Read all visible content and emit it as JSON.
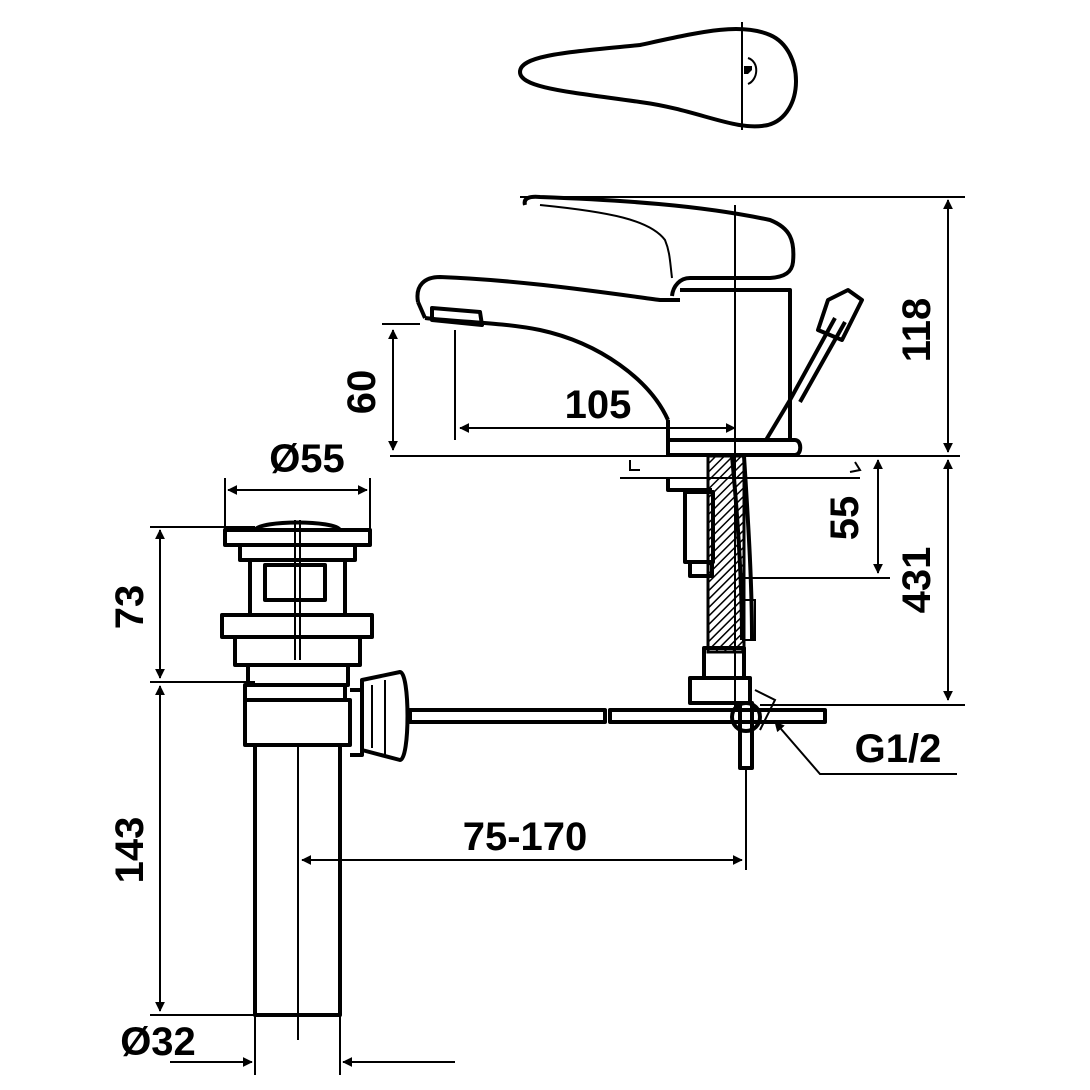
{
  "dimensions": {
    "d_spout_height": "60",
    "d_spout_reach": "105",
    "d_total_height": "118",
    "d_waste_diameter": "Ø55",
    "d_waste_top": "73",
    "d_thickness": "55",
    "d_hose": "431",
    "d_thread": "G1/2",
    "d_tail": "143",
    "d_range": "75-170",
    "d_tail_diameter": "Ø32"
  }
}
